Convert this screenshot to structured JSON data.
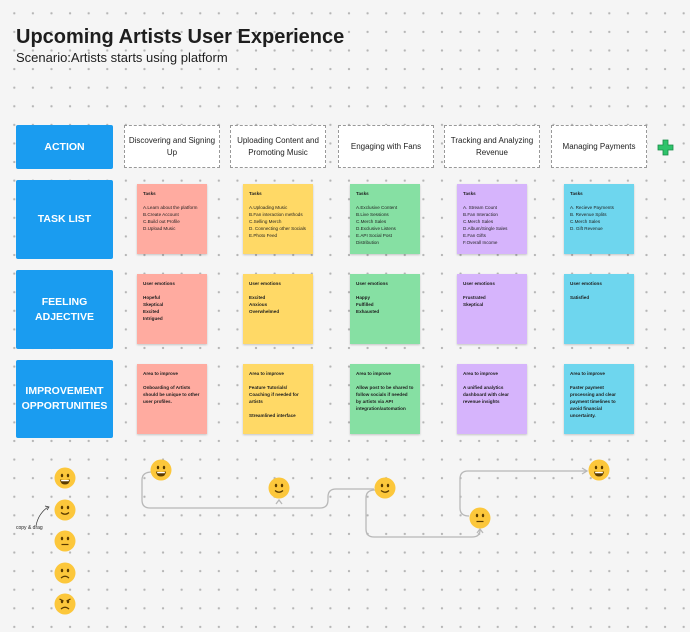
{
  "title": "Upcoming Artists User Experience",
  "subtitle": "Scenario:Artists starts using platform",
  "rows": [
    "ACTION",
    "TASK LIST",
    "FEELING ADJECTIVE",
    "IMPROVEMENT OPPORTUNITIES"
  ],
  "columns": [
    {
      "label": "Discovering and Signing Up",
      "color": "#ffaba0",
      "tasks": "A.Learn about the platform\nB.Create Account\nC.Build out Profile\nD.Upload Music",
      "emotions": "Hopeful\nSkeptical\nExcited\nIntrigued",
      "improve": "Onboarding of Artists should be unique to other user profiles."
    },
    {
      "label": "Uploading Content and Promoting Music",
      "color": "#ffd966",
      "tasks": "A.Uploading Music\nB.Fan interaction methods\nC.Selling Merch\nD. Connecting other Socials\nE.Photo Feed",
      "emotions": "Excited\nAnxious\nOverwhelmed",
      "improve": "Feature Tutorials/ Coaching if needed for artists\n\nStreamlined interface"
    },
    {
      "label": "Engaging with Fans",
      "color": "#86e0a3",
      "tasks": "A.Exclusive Content\nB.Live Sessions\nC.Merch Sales\nD.Exclusive Listens\nE.API Social Post Distribution",
      "emotions": "Happy\nFulfilled\nExhausted",
      "improve": "Allow post to be shared to follow socials if needed by artists via API integration/automation"
    },
    {
      "label": "Tracking and Analyzing Revenue",
      "color": "#d6b4fc",
      "tasks": "A. Stream Count\nB.Fan Interaction\nC.Merch Sales\nD.Album/Single Sales\nE.Fan Gifts\nF.Overall Income",
      "emotions": "Frustrated\nSkeptical",
      "improve": "A unified analytics dashboard with clear revenue insights"
    },
    {
      "label": "Managing Payments",
      "color": "#6ed6ee",
      "tasks": "A. Recieve Payments\nB. Revenue Splits\nC.Merch Sales\nD. Gift Revenue",
      "emotions": "Satisfied",
      "improve": "Faster payment processing and clear payment timelines to avoid financial uncertainty."
    }
  ],
  "sticky_headers": {
    "tasks": "Tasks",
    "emotions": "User emotions",
    "improve": "Area to improve"
  },
  "copy_note": "copy & drag",
  "palette_emojis": [
    "grinning",
    "smiling",
    "neutral",
    "frowning",
    "angry"
  ],
  "journey_emojis": [
    "grinning",
    "smiling",
    "smiling",
    "neutral",
    "grinning"
  ],
  "colors": {
    "row_label": "#1a9cf0",
    "add": "#2ec36a",
    "emoji": "#fcc73b"
  }
}
